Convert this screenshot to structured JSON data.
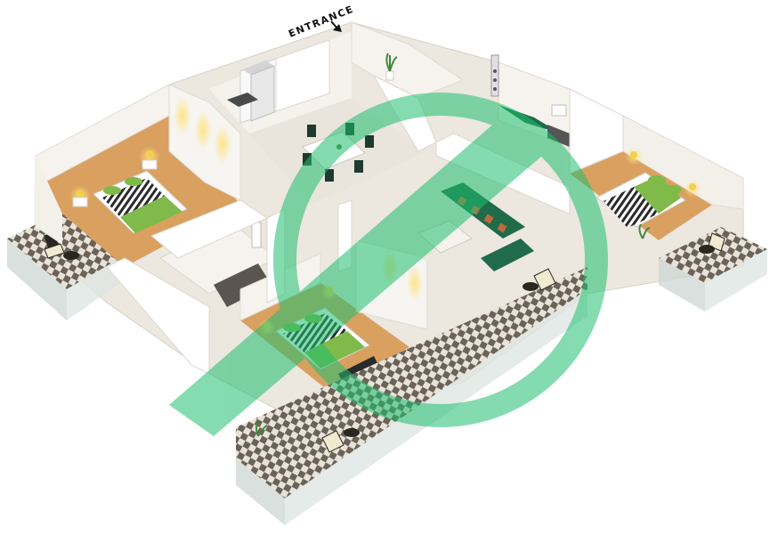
{
  "entrance": {
    "label": "ENTRANCE",
    "icon": "arrow-down-icon"
  },
  "watermark": {
    "icon": "green-ring-logo-icon",
    "color": "#1fbf6f"
  },
  "colors": {
    "floor": "#f1ede6",
    "wall": "#ffffff",
    "wood": "#d9a060",
    "sofa": "#1f6b4a",
    "pillow": "#c06a3a",
    "bed": "#7fba4a",
    "tile_dark": "#6b6359",
    "tile_light": "#e8e2d8"
  },
  "rooms": [
    {
      "id": "bedroom-west",
      "icon": "double-bed-icon"
    },
    {
      "id": "bedroom-south",
      "icon": "double-bed-icon"
    },
    {
      "id": "bedroom-east",
      "icon": "double-bed-icon"
    },
    {
      "id": "living-room",
      "icon": "sofa-icon"
    },
    {
      "id": "dining-area",
      "icon": "dining-table-icon"
    },
    {
      "id": "kitchen",
      "icon": "fridge-icon"
    },
    {
      "id": "bathroom-center",
      "icon": "bath-icon"
    },
    {
      "id": "bathroom-east",
      "icon": "shower-icon"
    },
    {
      "id": "balcony-west",
      "icon": "lounge-chair-icon"
    },
    {
      "id": "balcony-south",
      "icon": "lounge-chair-icon"
    },
    {
      "id": "balcony-east",
      "icon": "lounge-chair-icon"
    }
  ]
}
